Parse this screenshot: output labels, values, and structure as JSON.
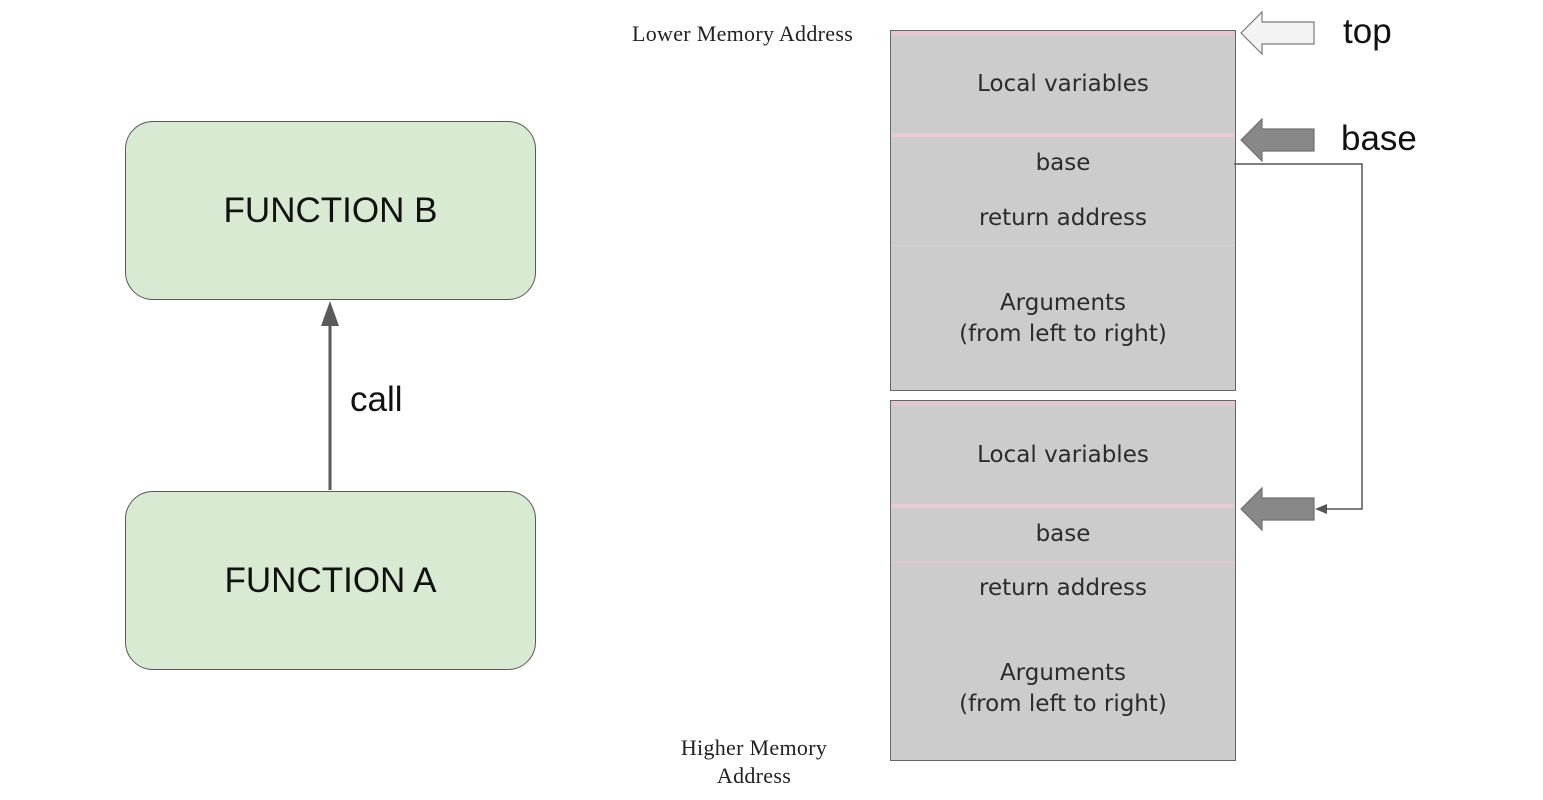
{
  "functions": {
    "b_label": "FUNCTION B",
    "a_label": "FUNCTION A",
    "call_label": "call"
  },
  "memory": {
    "lower_label": "Lower Memory Address",
    "higher_label": "Higher Memory Address"
  },
  "frames": [
    {
      "local_variables": "Local variables",
      "base": "base",
      "return_address": "return address",
      "arguments": "Arguments",
      "arguments_note": "(from left to right)"
    },
    {
      "local_variables": "Local variables",
      "base": "base",
      "return_address": "return address",
      "arguments": "Arguments",
      "arguments_note": "(from left to right)"
    }
  ],
  "pointers": {
    "top_label": "top",
    "base_label": "base"
  },
  "colors": {
    "function_fill": "#d9ead3",
    "frame_fill": "#cccccc",
    "pointer_hollow": "#f3f3f3",
    "pointer_filled": "#888888"
  }
}
